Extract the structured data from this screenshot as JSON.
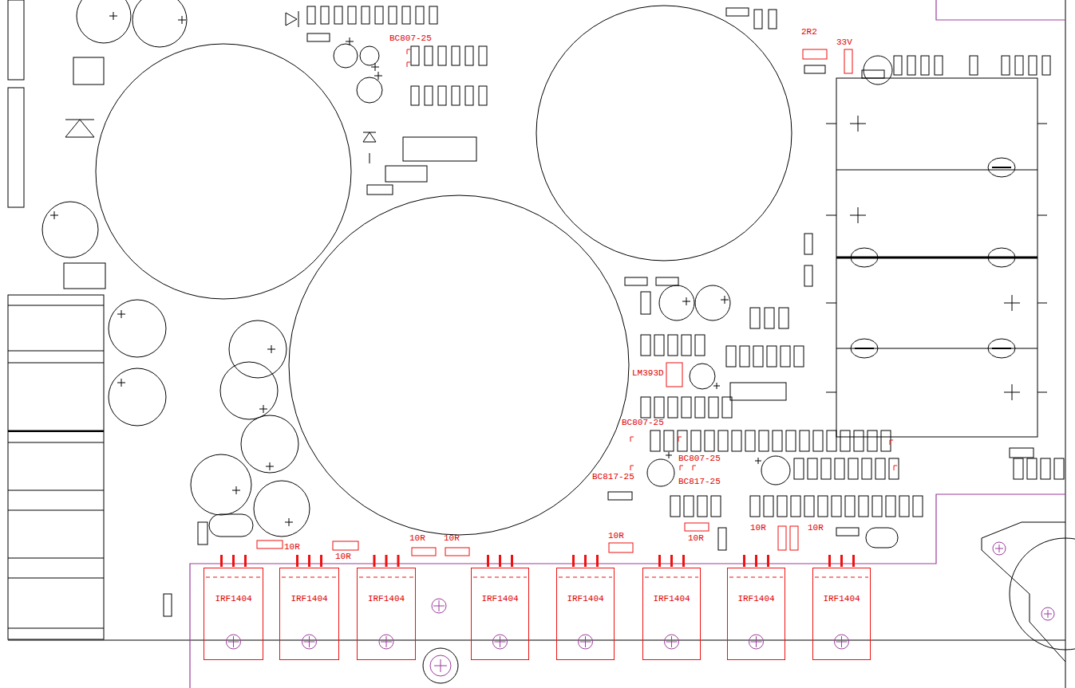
{
  "diagram": {
    "nodes": [
      {
        "text": [
          "IRF1404"
        ]
      },
      {
        "text": [
          "IRF1404"
        ]
      },
      {
        "text": [
          "IRF1404"
        ]
      },
      {
        "text": [
          "IRF1404"
        ]
      },
      {
        "text": [
          "IRF1404"
        ]
      },
      {
        "text": [
          "IRF1404"
        ]
      },
      {
        "text": [
          "IRF1404"
        ]
      },
      {
        "text": [
          "IRF1404"
        ]
      }
    ],
    "labels": [
      "BC807-25",
      "2R2",
      "33V",
      "LM393D",
      "BC807-25",
      "BC807-25",
      "BC817-25",
      "BC817-25",
      "10R",
      "10R",
      "10R",
      "10R",
      "10R",
      "10R",
      "10R",
      "10R"
    ]
  }
}
